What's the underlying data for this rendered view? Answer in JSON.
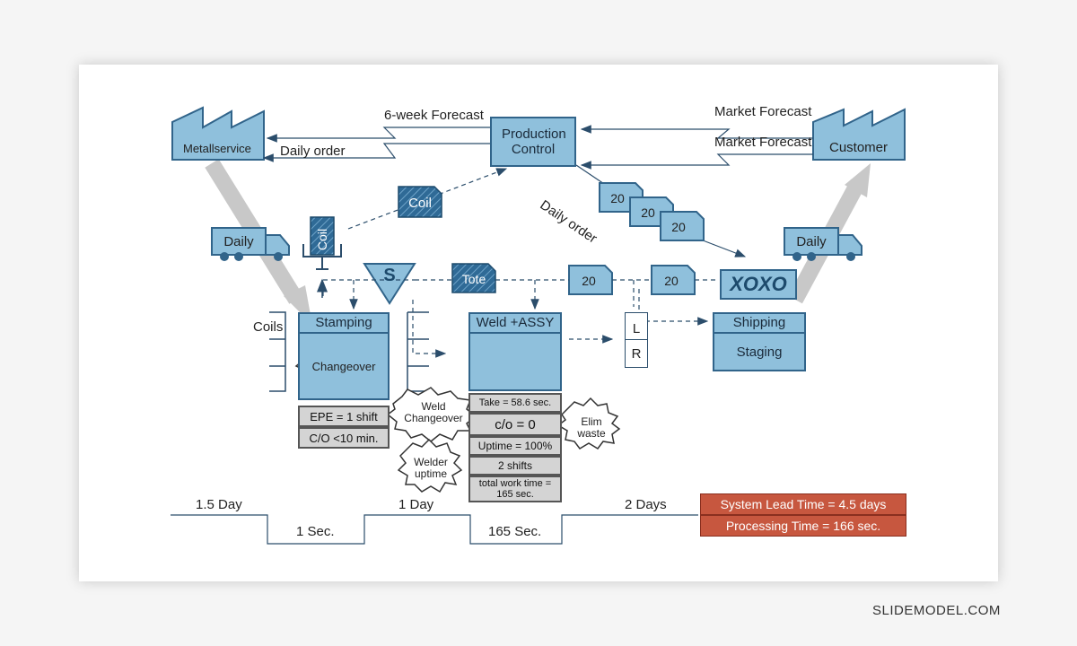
{
  "suppliers": {
    "supplier": "Metallservice",
    "customer": "Customer"
  },
  "control": {
    "title": "Production Control"
  },
  "info_flow": {
    "forecast_to_supplier": "6-week Forecast",
    "daily_order_to_supplier": "Daily order",
    "market_forecast_1": "Market Forecast",
    "market_forecast_2": "Market Forecast",
    "daily_order_diag": "Daily order"
  },
  "kanban": {
    "coil_signal": "Coil",
    "coil_post": "Coil",
    "tote": "Tote",
    "cards": [
      "20",
      "20",
      "20",
      "20",
      "20"
    ],
    "xoxo": "XOXO"
  },
  "trucks": {
    "inbound": "Daily",
    "outbound": "Daily"
  },
  "supermarket": {
    "label": "S",
    "coils": "Coils"
  },
  "processes": {
    "stamping": {
      "title": "Stamping",
      "kaizen": "Changeover",
      "data": [
        "EPE = 1 shift",
        "C/O <10 min."
      ]
    },
    "weld": {
      "title": "Weld +ASSY",
      "kaizen_left": "Weld Changeover",
      "kaizen_right": "Elim waste",
      "kaizen_bottom": "Welder uptime",
      "data": [
        "Take = 58.6 sec.",
        "c/o = 0",
        "Uptime = 100%",
        "2 shifts",
        "total work time = 165 sec."
      ]
    },
    "shipping": {
      "title": "Shipping",
      "sub": "Staging"
    }
  },
  "lr": {
    "l": "L",
    "r": "R"
  },
  "timeline": {
    "wait": [
      "1.5 Day",
      "1 Day",
      "2 Days"
    ],
    "process": [
      "1 Sec.",
      "165 Sec."
    ],
    "lead_time": "System Lead Time = 4.5 days",
    "processing_time": "Processing Time = 166 sec."
  },
  "watermark": "SLIDEMODEL.COM",
  "colors": {
    "box": "#8fc0dc",
    "border": "#31648a",
    "kanban_dark": "#2f6a96",
    "gray": "#d4d4d4",
    "summary": "#c7573f"
  }
}
